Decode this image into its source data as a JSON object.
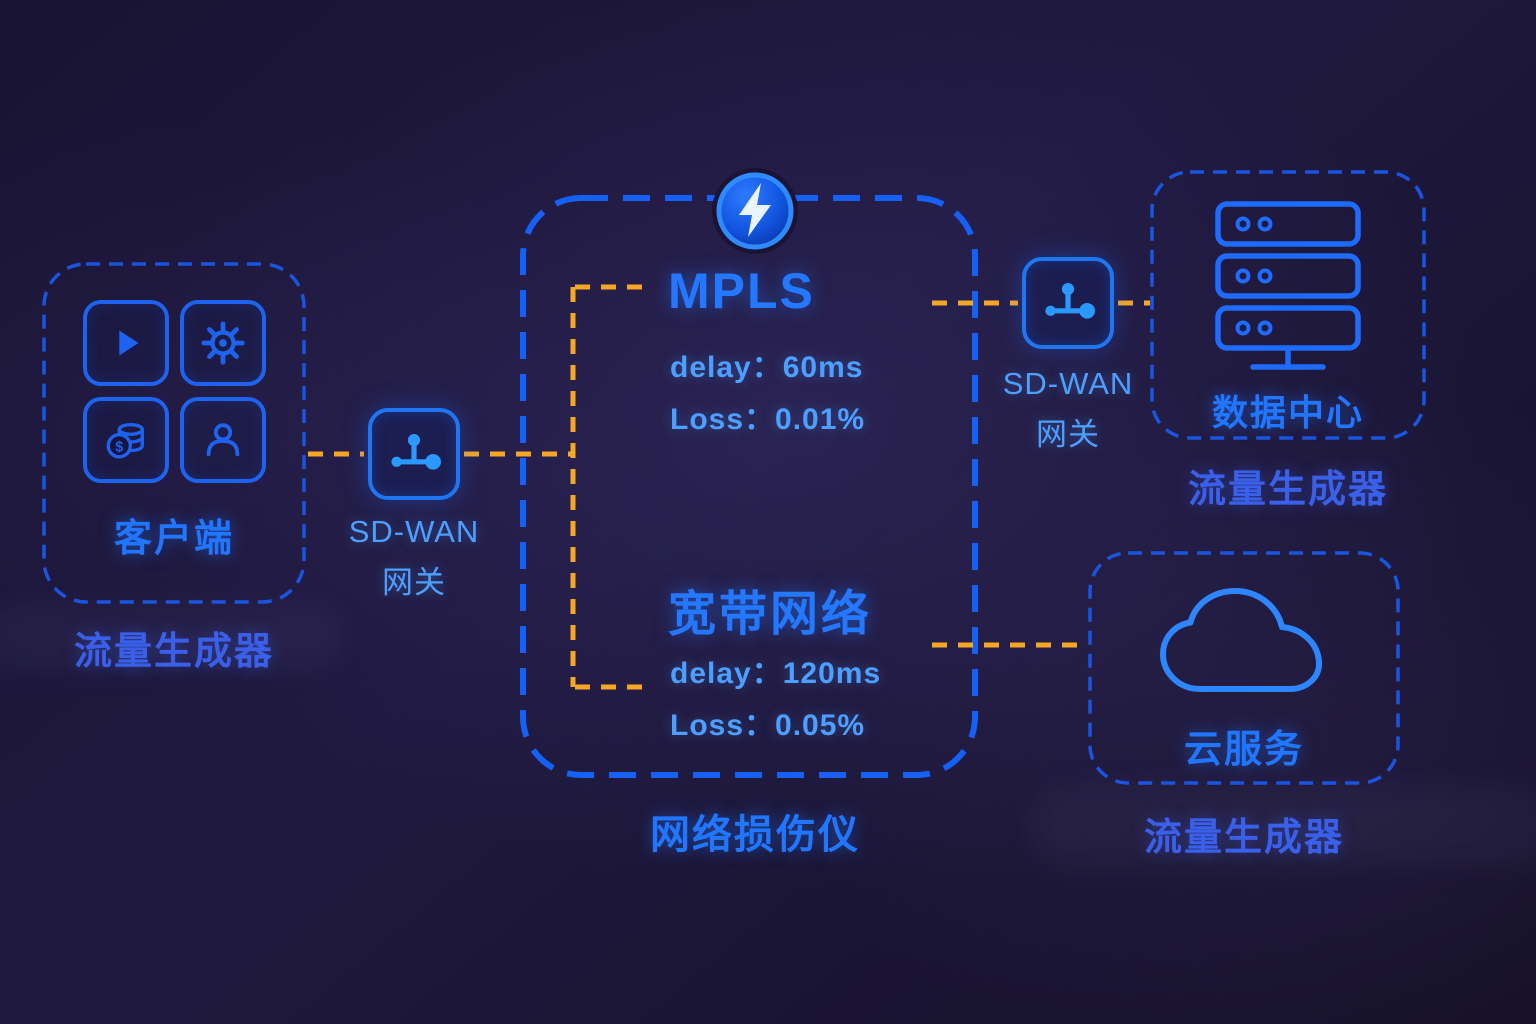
{
  "colors": {
    "background": "#1b1538",
    "box_border_blue": "#1a55e0",
    "impairment_border_blue": "#1560f5",
    "accent_blue": "#1e6bff",
    "title_blue": "#2176ff",
    "light_blue": "#4d9fff",
    "caption_blue": "#3a5fe8",
    "link_orange": "#f6a723",
    "bolt_white": "#eaf4ff"
  },
  "client": {
    "title": "客户端",
    "caption": "流量生成器",
    "icons": [
      "play-icon",
      "gear-icon",
      "coins-icon",
      "user-icon"
    ]
  },
  "gateway_left": {
    "name": "SD-WAN",
    "sub": "网关",
    "icon": "network-node-icon"
  },
  "gateway_right": {
    "name": "SD-WAN",
    "sub": "网关",
    "icon": "network-node-icon"
  },
  "impairment": {
    "caption": "网络损伤仪",
    "badge_icon": "lightning-icon",
    "mpls": {
      "title": "MPLS",
      "delay": "delay：60ms",
      "loss": "Loss：0.01%"
    },
    "broadband": {
      "title": "宽带网络",
      "delay": "delay：120ms",
      "loss": "Loss：0.05%"
    }
  },
  "datacenter": {
    "title": "数据中心",
    "caption": "流量生成器",
    "icon": "server-rack-icon"
  },
  "cloud": {
    "title": "云服务",
    "caption": "流量生成器",
    "icon": "cloud-icon"
  }
}
